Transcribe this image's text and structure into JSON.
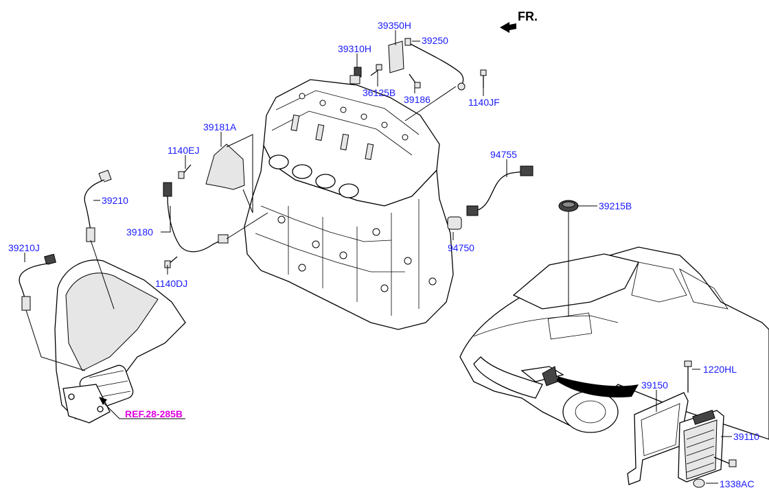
{
  "direction": {
    "label": "FR."
  },
  "parts": {
    "p39350H": "39350H",
    "p39250": "39250",
    "p39310H": "39310H",
    "p36125B": "36125B",
    "p39186": "39186",
    "p1140JF": "1140JF",
    "p39181A": "39181A",
    "p1140EJ": "1140EJ",
    "p39210": "39210",
    "p39180": "39180",
    "p39210J": "39210J",
    "p1140DJ": "1140DJ",
    "p94755": "94755",
    "p94750": "94750",
    "p39215B": "39215B",
    "p1220HL": "1220HL",
    "p39150": "39150",
    "p39110": "39110",
    "p1338AC": "1338AC"
  },
  "reference": {
    "label": "REF.28-285B"
  },
  "colors": {
    "part_label": "#1a1aff",
    "reference_label": "#e000e0",
    "line": "#000000"
  }
}
